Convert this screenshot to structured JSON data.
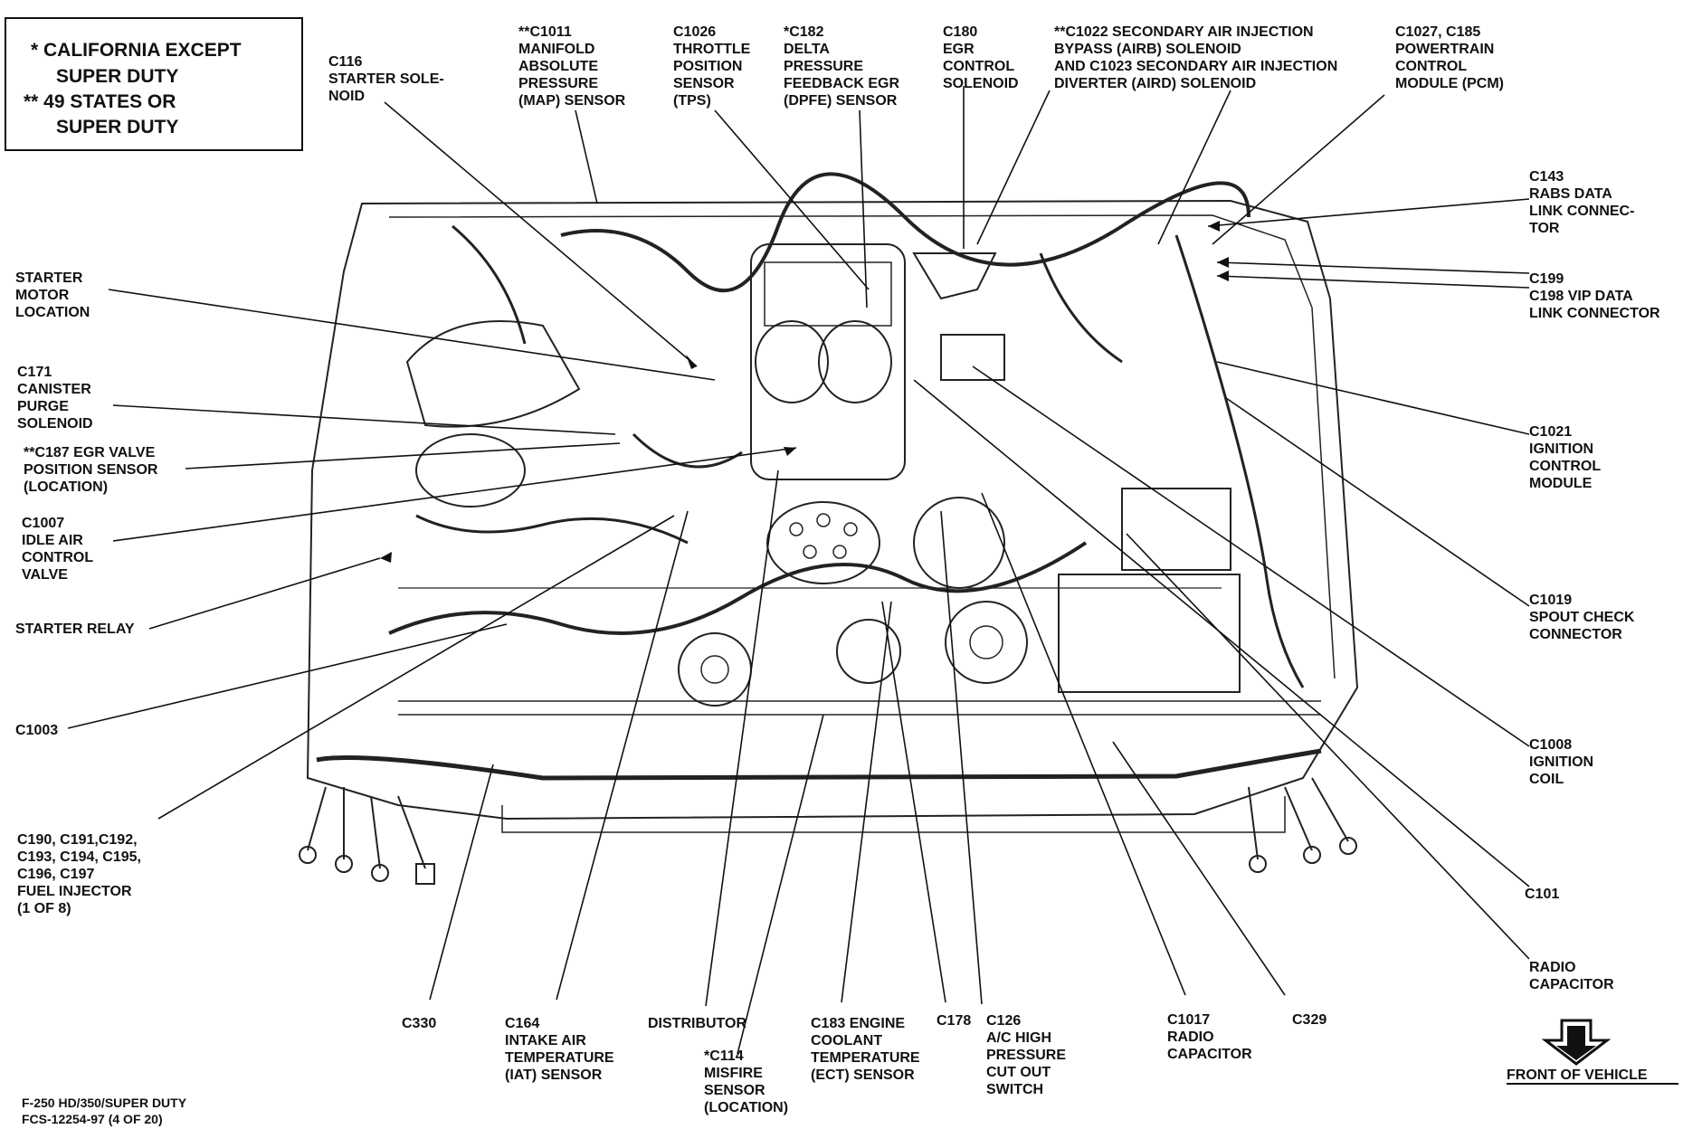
{
  "legend": {
    "line1": "*  CALIFORNIA EXCEPT",
    "line2": "SUPER DUTY",
    "line3": "**  49 STATES OR",
    "line4": "SUPER DUTY"
  },
  "labels": {
    "c116": [
      "C116",
      "STARTER SOLE-",
      "NOID"
    ],
    "c1011": [
      "**C1011",
      "MANIFOLD",
      "ABSOLUTE",
      "PRESSURE",
      "(MAP) SENSOR"
    ],
    "c1026": [
      "C1026",
      "THROTTLE",
      "POSITION",
      "SENSOR",
      "(TPS)"
    ],
    "c182": [
      "*C182",
      "DELTA",
      "PRESSURE",
      "FEEDBACK EGR",
      "(DPFE) SENSOR"
    ],
    "c180": [
      "C180",
      "EGR",
      "CONTROL",
      "SOLENOID"
    ],
    "c1022": [
      "**C1022 SECONDARY AIR INJECTION",
      "BYPASS (AIRB) SOLENOID",
      "AND C1023 SECONDARY AIR INJECTION",
      "DIVERTER (AIRD) SOLENOID"
    ],
    "c1027": [
      "C1027, C185",
      "POWERTRAIN",
      "CONTROL",
      "MODULE (PCM)"
    ],
    "starter_motor": [
      "STARTER",
      "MOTOR",
      "LOCATION"
    ],
    "c171": [
      "C171",
      "CANISTER",
      "PURGE",
      "SOLENOID"
    ],
    "c187": [
      "**C187 EGR VALVE",
      "POSITION SENSOR",
      "(LOCATION)"
    ],
    "c1007": [
      "C1007",
      "IDLE AIR",
      "CONTROL",
      "VALVE"
    ],
    "starter_relay": [
      "STARTER RELAY"
    ],
    "c1003": [
      "C1003"
    ],
    "c190": [
      "C190, C191,C192,",
      "C193, C194, C195,",
      "C196, C197",
      "FUEL INJECTOR",
      "(1 OF 8)"
    ],
    "c143": [
      "C143",
      "RABS DATA",
      "LINK CONNEC-",
      "TOR"
    ],
    "c199": [
      "C199",
      "C198 VIP DATA",
      "LINK CONNECTOR"
    ],
    "c1021": [
      "C1021",
      "IGNITION",
      "CONTROL",
      "MODULE"
    ],
    "c1019": [
      "C1019",
      "SPOUT CHECK",
      "CONNECTOR"
    ],
    "c1008": [
      "C1008",
      "IGNITION",
      "COIL"
    ],
    "c101": [
      "C101"
    ],
    "radio_cap_right": [
      "RADIO",
      "CAPACITOR"
    ],
    "c330": [
      "C330"
    ],
    "c164": [
      "C164",
      "INTAKE AIR",
      "TEMPERATURE",
      "(IAT) SENSOR"
    ],
    "distributor": [
      "DISTRIBUTOR"
    ],
    "c114": [
      "*C114",
      "MISFIRE",
      "SENSOR",
      "(LOCATION)"
    ],
    "c183": [
      "C183 ENGINE",
      "COOLANT",
      "TEMPERATURE",
      "(ECT) SENSOR"
    ],
    "c178": [
      "C178"
    ],
    "c126": [
      "C126",
      "A/C HIGH",
      "PRESSURE",
      "CUT OUT",
      "SWITCH"
    ],
    "c1017": [
      "C1017",
      "RADIO",
      "CAPACITOR"
    ],
    "c329": [
      "C329"
    ]
  },
  "front": "FRONT OF VEHICLE",
  "footer": {
    "line1": "F-250 HD/350/SUPER DUTY",
    "line2": "FCS-12254-97  (4 OF 20)"
  }
}
